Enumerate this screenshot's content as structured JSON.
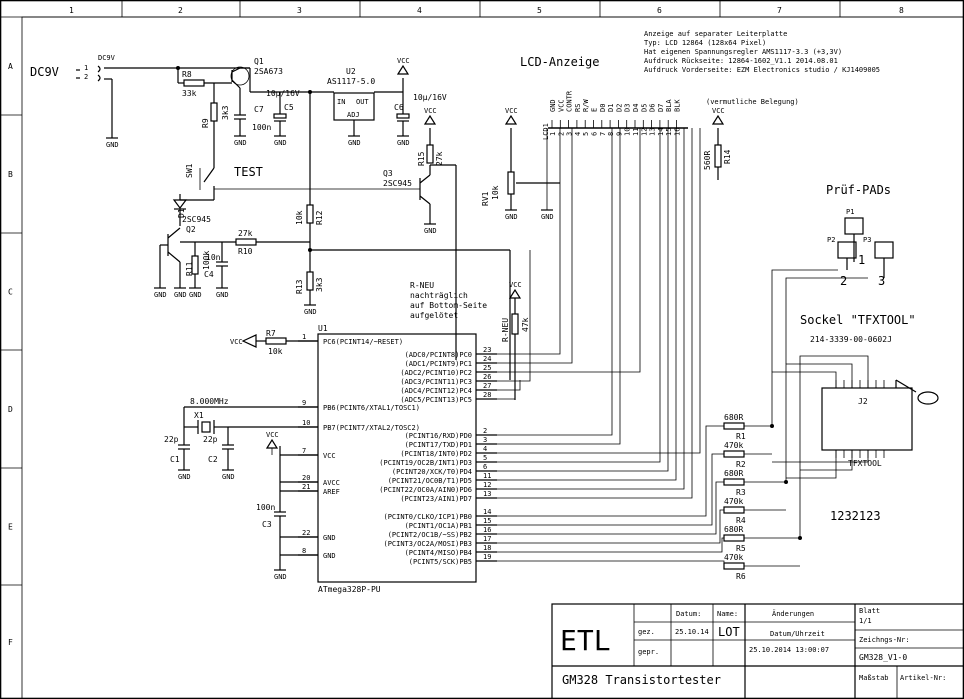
{
  "grid": {
    "columns": [
      "1",
      "2",
      "3",
      "4",
      "5",
      "6",
      "7",
      "8"
    ],
    "rows": [
      "A",
      "B",
      "C",
      "D",
      "E",
      "F"
    ]
  },
  "notes": [
    "Anzeige auf separater Leiterplatte",
    "Typ: LCD 12864 (128x64 Pixel)",
    "Hat eigenen Spannungsregler AMS1117-3.3 (+3,3V)",
    "Aufdruck Rückseite: 12864-1602_V1.1     2014.08.01",
    "Aufdruck Vorderseite: EZM Electronics studio / KJ1409005"
  ],
  "lcd": {
    "title": "LCD-Anzeige",
    "pin_names": [
      "GND",
      "VCC",
      "CONTR",
      "RS",
      "R/W",
      "E",
      "D0",
      "D1",
      "D2",
      "D3",
      "D4",
      "D5",
      "D6",
      "D7",
      "BLA",
      "BLK"
    ],
    "pin_numbers": [
      "1",
      "2",
      "3",
      "4",
      "5",
      "6",
      "7",
      "8",
      "9",
      "10",
      "11",
      "12",
      "13",
      "14",
      "15",
      "16"
    ],
    "ref": "LCD1",
    "note": "(vermutliche Belegung)"
  },
  "power": {
    "input_label": "DC9V",
    "jack_ref": "DC9V",
    "jack_pins": [
      "1",
      "2"
    ]
  },
  "net_labels": {
    "gnd": "GND",
    "vcc": "VCC"
  },
  "components": {
    "q1": {
      "ref": "Q1",
      "type": "2SA673"
    },
    "q2": {
      "ref": "Q2",
      "type": "2SC945"
    },
    "q3": {
      "ref": "Q3",
      "type": "2SC945"
    },
    "u2": {
      "ref": "U2",
      "type": "AS1117-5.0",
      "in": "IN",
      "out": "OUT",
      "adj": "ADJ"
    },
    "r8": {
      "ref": "R8",
      "value": "33k"
    },
    "r9": {
      "ref": "R9",
      "value": "3k3"
    },
    "r10": {
      "ref": "R10",
      "value": "27k"
    },
    "r11": {
      "ref": "R11",
      "value": "100k"
    },
    "r12": {
      "ref": "R12",
      "value": "10k"
    },
    "r13": {
      "ref": "R13",
      "value": "3k3"
    },
    "r14": {
      "ref": "R14",
      "value": "560R"
    },
    "r15": {
      "ref": "R15",
      "value": "27k"
    },
    "r7": {
      "ref": "R7",
      "value": "10k"
    },
    "rneu": {
      "ref": "R-NEU",
      "value": "47k"
    },
    "rv1": {
      "ref": "RV1",
      "value": "10k"
    },
    "c5": {
      "ref": "C5",
      "value": "10µ/16V"
    },
    "c6": {
      "ref": "C6",
      "value": "10µ/16V"
    },
    "c7": {
      "ref": "C7",
      "value": "100n"
    },
    "c4": {
      "ref": "C4",
      "value": "10n"
    },
    "c1": {
      "ref": "C1",
      "value": "22p"
    },
    "c2": {
      "ref": "C2",
      "value": "22p"
    },
    "c3": {
      "ref": "C3",
      "value": "100n"
    },
    "x1": {
      "ref": "X1",
      "value": "8.000MHz"
    },
    "sw1": {
      "ref": "SW1",
      "label": "TEST"
    },
    "d1": {
      "ref": "D1"
    },
    "j2": {
      "ref": "J2",
      "label": "TFXTOOL"
    }
  },
  "rneu_note": [
    "R-NEU",
    "nachträglich",
    "auf Bottom-Seite",
    "aufgelötet"
  ],
  "pads": {
    "title": "Prüf-PADs",
    "refs": [
      "P1",
      "P2",
      "P3"
    ],
    "nums": [
      "1",
      "2",
      "3"
    ]
  },
  "socket": {
    "title": "Sockel \"TFXTOOL\"",
    "part": "214-3339-00-0602J",
    "code": "1232123"
  },
  "test_resistors": [
    {
      "ref": "R1",
      "value": "680R"
    },
    {
      "ref": "R2",
      "value": "470k"
    },
    {
      "ref": "R3",
      "value": "680R"
    },
    {
      "ref": "R4",
      "value": "470k"
    },
    {
      "ref": "R5",
      "value": "680R"
    },
    {
      "ref": "R6",
      "value": "470k"
    }
  ],
  "mcu": {
    "ref": "U1",
    "part": "ATmega328P-PU",
    "left_pins": [
      {
        "num": "1",
        "name": "PC6(PCINT14/~RESET)"
      },
      {
        "num": "9",
        "name": "PB6(PCINT6/XTAL1/TOSC1)"
      },
      {
        "num": "10",
        "name": "PB7(PCINT7/XTAL2/TOSC2)"
      },
      {
        "num": "7",
        "name": "VCC"
      },
      {
        "num": "20",
        "name": "AVCC"
      },
      {
        "num": "21",
        "name": "AREF"
      },
      {
        "num": "22",
        "name": "GND"
      },
      {
        "num": "8",
        "name": "GND"
      }
    ],
    "right_pins": [
      {
        "num": "23",
        "name": "(ADC0/PCINT8)PC0"
      },
      {
        "num": "24",
        "name": "(ADC1/PCINT9)PC1"
      },
      {
        "num": "25",
        "name": "(ADC2/PCINT10)PC2"
      },
      {
        "num": "26",
        "name": "(ADC3/PCINT11)PC3"
      },
      {
        "num": "27",
        "name": "(ADC4/PCINT12)PC4"
      },
      {
        "num": "28",
        "name": "(ADC5/PCINT13)PC5"
      },
      {
        "num": "2",
        "name": "(PCINT16/RXD)PD0"
      },
      {
        "num": "3",
        "name": "(PCINT17/TXD)PD1"
      },
      {
        "num": "4",
        "name": "(PCINT18/INT0)PD2"
      },
      {
        "num": "5",
        "name": "(PCINT19/OC2B/INT1)PD3"
      },
      {
        "num": "6",
        "name": "(PCINT20/XCK/T0)PD4"
      },
      {
        "num": "11",
        "name": "(PCINT21/OC0B/T1)PD5"
      },
      {
        "num": "12",
        "name": "(PCINT22/OC0A/AIN0)PD6"
      },
      {
        "num": "13",
        "name": "(PCINT23/AIN1)PD7"
      },
      {
        "num": "14",
        "name": "(PCINT0/CLKO/ICP1)PB0"
      },
      {
        "num": "15",
        "name": "(PCINT1/OC1A)PB1"
      },
      {
        "num": "16",
        "name": "(PCINT2/OC1B/~SS)PB2"
      },
      {
        "num": "17",
        "name": "(PCINT3/OC2A/MOSI)PB3"
      },
      {
        "num": "18",
        "name": "(PCINT4/MISO)PB4"
      },
      {
        "num": "19",
        "name": "(PCINT5/SCK)PB5"
      }
    ]
  },
  "title_block": {
    "logo": "ETL",
    "datum_h": "Datum:",
    "name_h": "Name:",
    "aenderungen_h": "Änderungen",
    "blatt_h": "Blatt",
    "blatt_v": "1/1",
    "gez": "gez.",
    "gepr": "gepr.",
    "date": "25.10.14",
    "name": "LOT",
    "datum_uhrzeit_h": "Datum/Uhrzeit",
    "datum_uhrzeit": "25.10.2014 13:00:07",
    "zeichnr_h": "Zeichngs-Nr:",
    "zeichnr": "GM328_V1-0",
    "title": "GM328 Transistortester",
    "massstab": "Maßstab",
    "artikel": "Artikel-Nr:"
  }
}
